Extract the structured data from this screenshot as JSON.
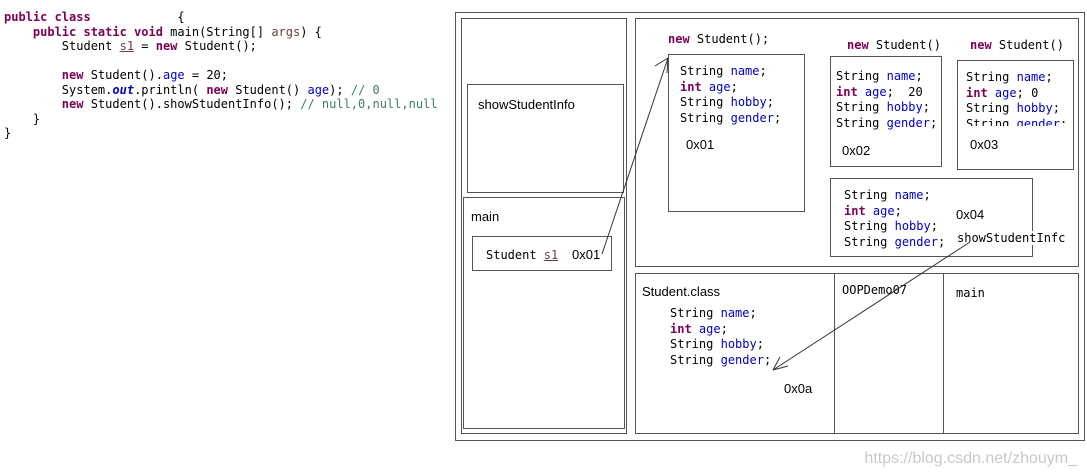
{
  "code": {
    "l1_kw": "public class",
    "l1_brace": "{",
    "l2_kw": "public static void",
    "l2_rest": " main(String[] ",
    "l2_param": "args",
    "l2_end": ") {",
    "l3_a": "Student ",
    "l3_var": "s1",
    "l3_b": " = ",
    "l3_kw": "new",
    "l3_c": " Student();",
    "l4_kw": "new",
    "l4_a": " Student().",
    "l4_fld": "age",
    "l4_b": " = 20;",
    "l5_a": "System.",
    "l5_out": "out",
    "l5_b": ".println( ",
    "l5_kw": "new",
    "l5_c": " Student() ",
    "l5_fld": "age",
    "l5_d": "); ",
    "l5_cmt": "// 0",
    "l6_kw": "new",
    "l6_a": " Student().showStudentInfo(); ",
    "l6_cmt": "// null,0,null,null",
    "l7": "}",
    "l8": "}"
  },
  "stack": {
    "frame_show": "showStudentInfo",
    "frame_main": "main",
    "s1_type": "Student ",
    "s1_var": "s1",
    "s1_addr": "0x01"
  },
  "heap": {
    "obj1_new_kw": "new",
    "obj1_new_rest": " Student();",
    "obj1_addr": "0x01",
    "obj2_new_kw": "new",
    "obj2_new_rest": " Student()",
    "obj2_age_val": "20",
    "obj2_addr": "0x02",
    "obj3_new_kw": "new",
    "obj3_new_rest": " Student()",
    "obj3_age_val": "0",
    "obj3_addr": "0x03",
    "obj4_addr": "0x04",
    "obj4_method": "showStudentInfc"
  },
  "fields": {
    "string": "String",
    "int": "int",
    "name": "name",
    "age": "age",
    "hobby": "hobby",
    "gender": "gender"
  },
  "method_area": {
    "class_title": "Student.class",
    "class_addr": "0x0a",
    "demo_title": "OOPDemo07",
    "main_title": "main"
  },
  "watermark": "https://blog.csdn.net/zhouym_"
}
